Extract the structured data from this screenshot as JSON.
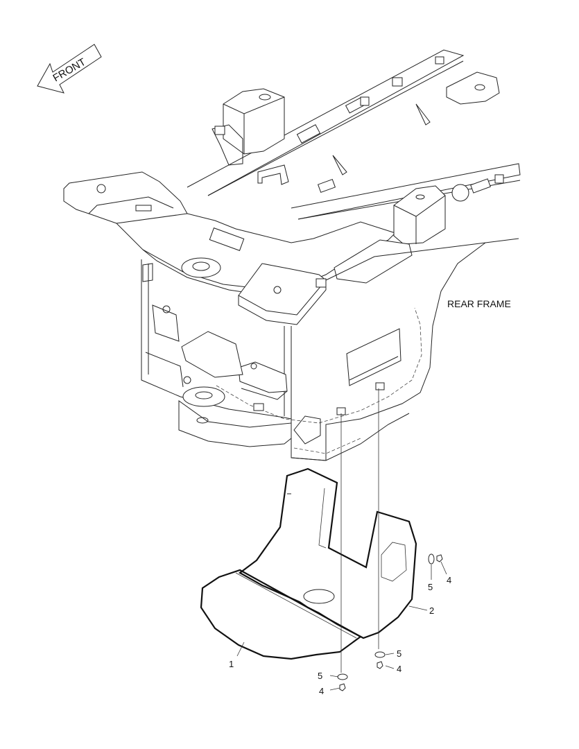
{
  "diagram": {
    "front_arrow_label": "FRONT",
    "rear_frame_label": "REAR FRAME",
    "callouts": {
      "part_1": "1",
      "part_2": "2",
      "part_4_a": "4",
      "part_4_b": "4",
      "part_4_c": "4",
      "part_5_a": "5",
      "part_5_b": "5",
      "part_5_c": "5"
    }
  }
}
